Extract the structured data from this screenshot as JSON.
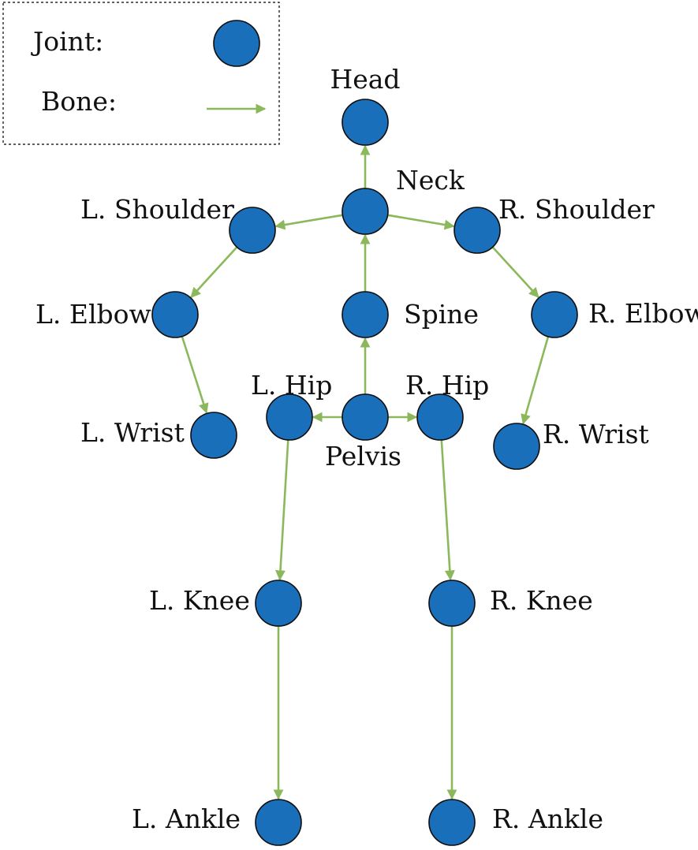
{
  "legend": {
    "joint_label": "Joint:",
    "bone_label": "Bone:"
  },
  "colors": {
    "joint_fill": "#1a6fba",
    "joint_stroke": "#0d0d0d",
    "bone": "#8cb85c"
  },
  "joints": [
    {
      "id": "head",
      "label": "Head"
    },
    {
      "id": "neck",
      "label": "Neck"
    },
    {
      "id": "lshoulder",
      "label": "L. Shoulder"
    },
    {
      "id": "rshoulder",
      "label": "R. Shoulder"
    },
    {
      "id": "lelbow",
      "label": "L. Elbow"
    },
    {
      "id": "spine",
      "label": "Spine"
    },
    {
      "id": "relbow",
      "label": "R. Elbow"
    },
    {
      "id": "lwrist",
      "label": "L. Wrist"
    },
    {
      "id": "lhip",
      "label": "L. Hip"
    },
    {
      "id": "pelvis",
      "label": "Pelvis"
    },
    {
      "id": "rhip",
      "label": "R. Hip"
    },
    {
      "id": "rwrist",
      "label": "R. Wrist"
    },
    {
      "id": "lknee",
      "label": "L. Knee"
    },
    {
      "id": "rknee",
      "label": "R. Knee"
    },
    {
      "id": "lankle",
      "label": "L. Ankle"
    },
    {
      "id": "rankle",
      "label": "R. Ankle"
    }
  ],
  "bones": [
    {
      "from": "neck",
      "to": "head"
    },
    {
      "from": "neck",
      "to": "lshoulder"
    },
    {
      "from": "neck",
      "to": "rshoulder"
    },
    {
      "from": "lshoulder",
      "to": "lelbow"
    },
    {
      "from": "rshoulder",
      "to": "relbow"
    },
    {
      "from": "lelbow",
      "to": "lwrist"
    },
    {
      "from": "relbow",
      "to": "rwrist"
    },
    {
      "from": "spine",
      "to": "neck"
    },
    {
      "from": "pelvis",
      "to": "spine"
    },
    {
      "from": "pelvis",
      "to": "lhip"
    },
    {
      "from": "pelvis",
      "to": "rhip"
    },
    {
      "from": "lhip",
      "to": "lknee"
    },
    {
      "from": "rhip",
      "to": "rknee"
    },
    {
      "from": "lknee",
      "to": "lankle"
    },
    {
      "from": "rknee",
      "to": "rankle"
    }
  ]
}
